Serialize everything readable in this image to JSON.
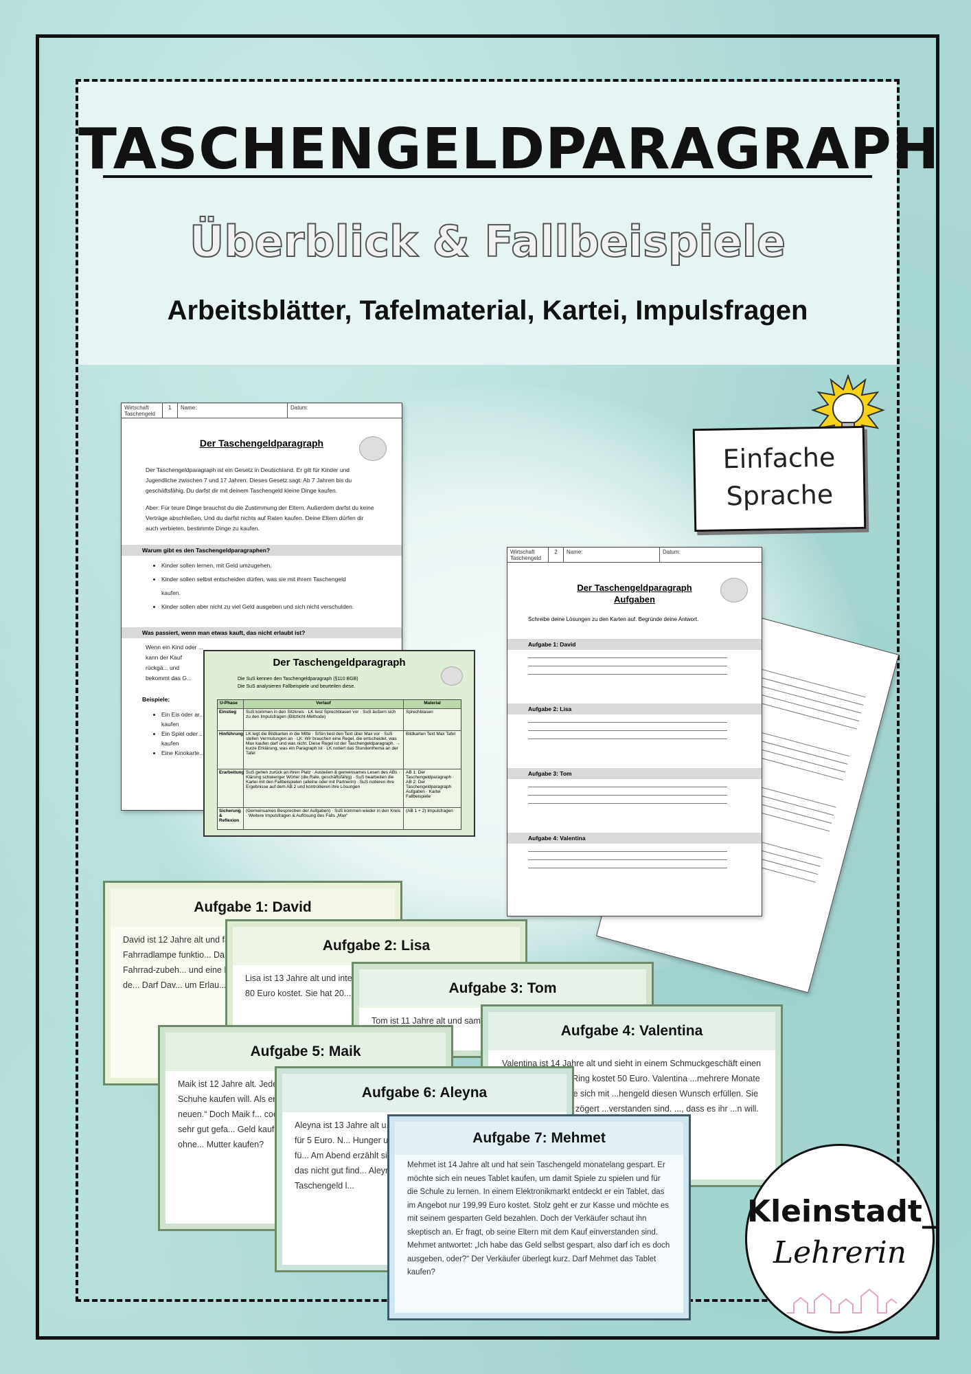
{
  "cover": {
    "title": "TASCHENGELDPARAGRAPH",
    "subtitle": "Überblick & Fallbeispiele",
    "tagline": "Arbeitsblätter, Tafelmaterial, Kartei, Impulsfragen",
    "badge_easy": [
      "Einfache",
      "Sprache"
    ]
  },
  "sheet1": {
    "subject": "Wirtschaft Taschengeld",
    "number": "1",
    "name_label": "Name:",
    "date_label": "Datum:",
    "title": "Der Taschengeldparagraph",
    "intro": "Der Taschengeldparagraph ist ein Gesetz in Deutschland. Er gilt für Kinder und Jugendliche zwischen 7 und 17 Jahren. Dieses Gesetz sagt: Ab 7 Jahren bis du geschäftsfähig. Du darfst dir mit deinem Taschengeld kleine Dinge kaufen.",
    "aber": "Aber: Für teure Dinge brauchst du die Zustimmung der Eltern. Außerdem darfst du keine Verträge abschließen. Und du darfst nichts auf Raten kaufen. Deine Eltern dürfen dir auch verbieten, bestimmte Dinge zu kaufen.",
    "q1": "Warum gibt es den Taschengeldparagraphen?",
    "bullets": [
      "Kinder sollen lernen, mit Geld umzugehen.",
      "Kinder sollen selbst entscheiden dürfen, was sie mit ihrem Taschengeld kaufen.",
      "Kinder sollen aber nicht zu viel Geld ausgeben und sich nicht verschulden."
    ],
    "q2": "Was passiert, wenn man etwas kauft, das nicht erlaubt ist?",
    "q2_text": "Wenn ein Kind oder ... kann der Kauf rückgä... und bekommt das G...",
    "beispiele": "Beispiele:",
    "examples": [
      "Ein Eis oder ar... kaufen",
      "Ein Spiel oder ... kaufen",
      "Eine Kinokarte..."
    ]
  },
  "sheet_plan": {
    "title": "Der Taschengeldparagraph",
    "goals": [
      "Die SuS kennen den Taschengeldparagraph (§110 BGB)",
      "Die SuS analysieren Fallbeispiele und beurteilen diese."
    ],
    "headers": [
      "U-Phase",
      "Verlauf",
      "Material"
    ],
    "rows": [
      {
        "phase": "Einstieg",
        "verlauf": "SuS kommen in den Sitzkreis · LK liest Sprechblasen vor · SuS äußern sich zu den Impulsfragen (Blitzlicht-Methode)",
        "material": "Sprechblasen"
      },
      {
        "phase": "Hinführung",
        "verlauf": "LK legt die Bildkarten in die Mitte · S/Sin liest den Text über Max vor · SuS stellen Vermutungen an · LK: Wir brauchen eine Regel, die entscheidet, was Max kaufen darf und was nicht. Diese Regel ist der Taschengeldparagraph. → kurze Erklärung, was ein Paragraph ist · LK notiert das Stundenthema an der Tafel",
        "material": "Bildkarten Text Max Tafel"
      },
      {
        "phase": "Erarbeitung",
        "verlauf": "SuS gehen zurück an ihren Platz · Austeilen & gemeinsames Lesen des ABs · Klärung schwieriger Wörter (die Rate, geschäftsfähig) · SuS bearbeiten die Kartei mit den Fallbeispielen (alleine oder mit Partnerin) · SuS notieren ihre Ergebnisse auf dem AB 2 und kontrollieren ihre Lösungen",
        "material": "AB 1: Der Taschengeldparagraph · AB 2: Der Taschengeldparagraph Aufgaben · Kartei Fallbeispiele"
      },
      {
        "phase": "Sicherung & Reflexion",
        "verlauf": "(Gemeinsames Besprechen der Aufgaben) · SuS kommen wieder in den Kreis · Weitere Impulsfragen & Auflösung des Falls „Max“",
        "material": "(AB 1 + 2) Impulsfragen"
      }
    ]
  },
  "sheet2": {
    "subject": "Wirtschaft Taschengeld",
    "number": "2",
    "name_label": "Name:",
    "date_label": "Datum:",
    "title_line1": "Der Taschengeldparagraph",
    "title_line2": "Aufgaben",
    "instruction": "Schreibe deine Lösungen zu den Karten auf. Begründe deine Antwort.",
    "tasks": [
      "Aufgabe 1: David",
      "Aufgabe 2: Lisa",
      "Aufgabe 3: Tom",
      "Aufgabe 4: Valentina"
    ]
  },
  "cards": [
    {
      "title": "Aufgabe 1: David",
      "body": "David ist 12 Jahre alt und fä... Schule. Heute Morgen bem... seine Fahrradlampe funktio... Da er sein Taschengeld ges... Geschäft für Fahrrad-zubeh... und eine Lampe aus. Zusam... Kasse und ... Doch de... Darf Dav... um Erlau..."
    },
    {
      "title": "Aufgabe 2: Lisa",
      "body": "Lisa ist 13 Jahre alt und intere... Beim Shoppen mit ihren Freu... die 80 Euro kostet. Sie hat 20... und möchte den Rest in Rat..."
    },
    {
      "title": "Aufgabe 3: Tom",
      "body": "Tom ist 11 Jahre alt und samm... ...e zu k... ...aren s... ...Spielw..."
    },
    {
      "title": "Aufgabe 4: Valentina",
      "body": "Valentina ist 14 Jahre alt und sieht in einem Schmuckgeschäft einen ...sehr gefällt. Der Ring kostet 50 Euro. Valentina ...mehrere Monate gespart und möchte sich mit ...hengeld diesen Wunsch erfüllen. Sie geht zur ...käuferin zögert ...verstanden sind. ..., dass es ihr ...n will. ...cht sie"
    },
    {
      "title": "Aufgabe 5: Maik",
      "body": "Maik ist 12 Jahre alt. Jede W... von seinen Eltern. Maik spa... Schuhe kaufen will. Als er s... kauft, sagt sie: „Deine alter... keine neuen.“ Doch Maik f... cool sind. Also geht er in ei... Euro, die ihm sehr gut gefa... Geld kaufen. Stolz bringt er... Darf Maik die Schuhe ohne... Mutter kaufen?"
    },
    {
      "title": "Aufgabe 6: Aleyna",
      "body": "Aleyna ist 13 Jahre alt u... Sommertag im Schwimm... Tageskarte für 5 Euro. N... Hunger und kauft sich Po... eine Tüte Süßigkeiten fü... Am Abend erzählt sie ih... Ihr Vater meint, dass sie ... dass er das nicht gut find... Aleyna fragt sich nun: W... ihr ganzes Taschengeld l..."
    },
    {
      "title": "Aufgabe 7: Mehmet",
      "body": "Mehmet ist 14 Jahre alt und hat sein Taschengeld monatelang gespart. Er möchte sich ein neues Tablet kaufen, um damit Spiele zu spielen und für die Schule zu lernen. In einem Elektronikmarkt entdeckt er ein Tablet, das im Angebot nur 199,99 Euro kostet. Stolz geht er zur Kasse und möchte es mit seinem gesparten Geld bezahlen. Doch der Verkäufer schaut ihn skeptisch an. Er fragt, ob seine Eltern mit dem Kauf einverstanden sind. Mehmet antwortet: „Ich habe das Geld selbst gespart, also darf ich es doch ausgeben, oder?“ Der Verkäufer überlegt kurz. Darf Mehmet das Tablet kaufen?"
    }
  ],
  "brand": {
    "line1": "Kleinstadt_",
    "line2": "Lehrerin"
  },
  "colors": {
    "teal_bg": "#a9d8d4",
    "card_green": "#dfeed5",
    "card_blue": "#cfe6f0"
  }
}
